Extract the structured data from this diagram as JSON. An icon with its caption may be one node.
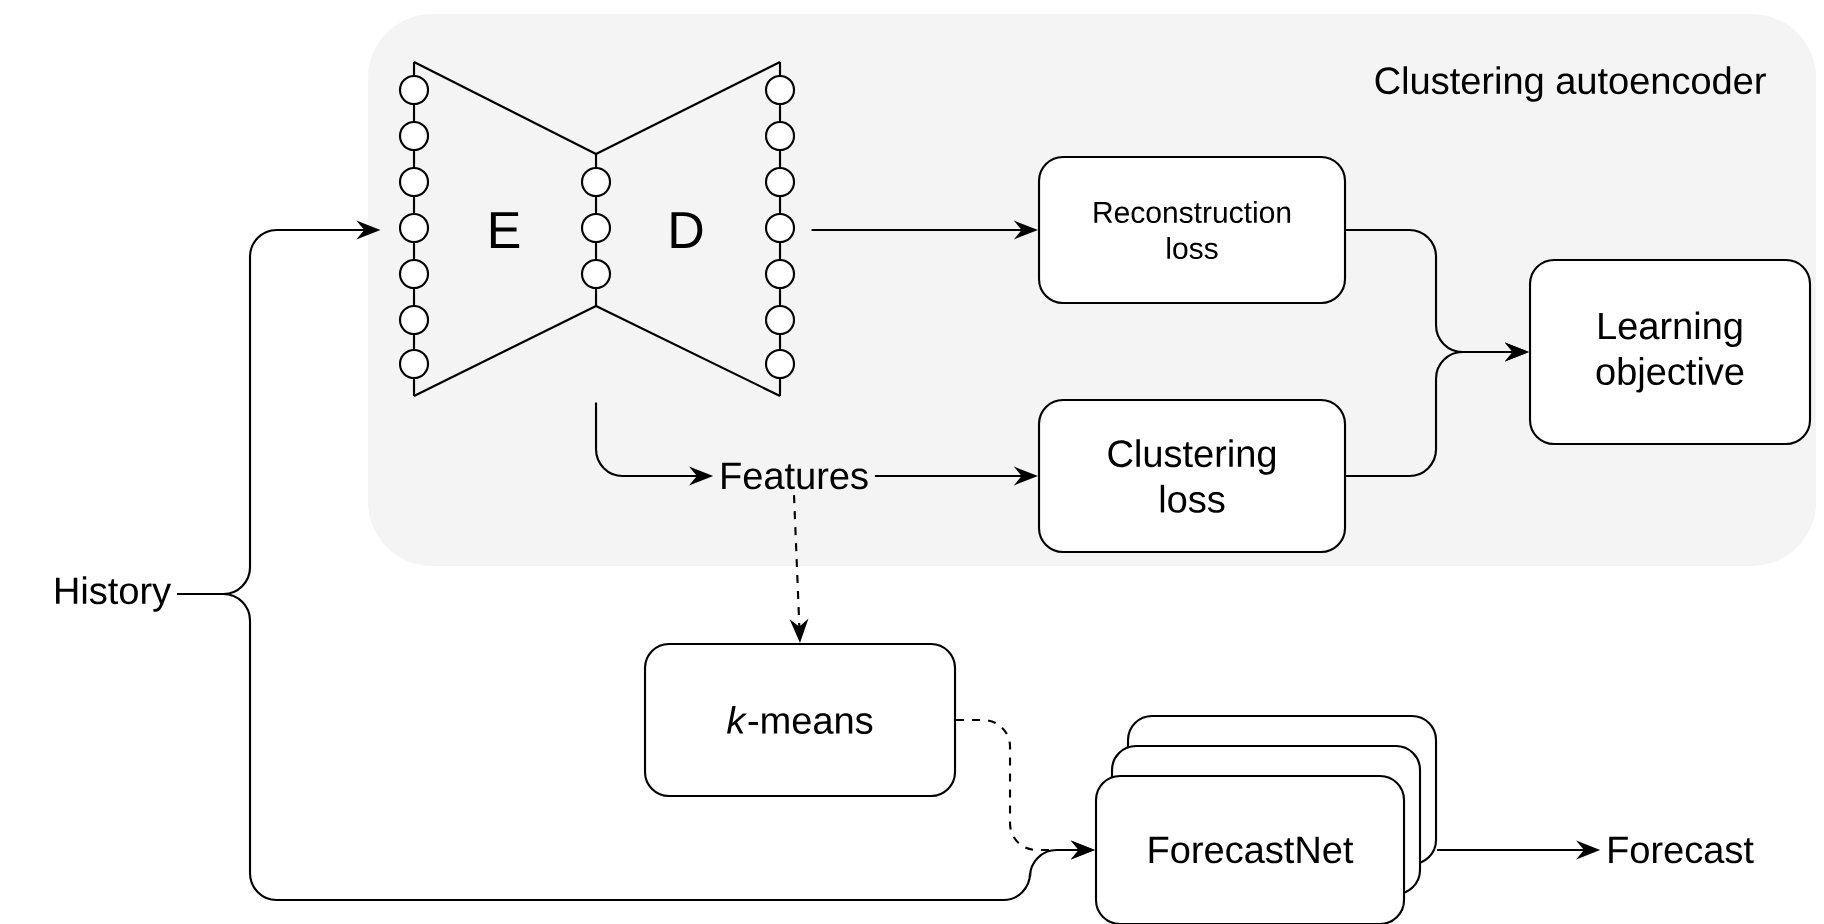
{
  "diagram": {
    "nodes": [
      {
        "text": [
          "Clustering autoencoder"
        ]
      },
      {
        "text": [
          "E",
          "D"
        ],
        "in": 0
      },
      {
        "text": [
          "Reconstruction loss"
        ],
        "in": 0
      },
      {
        "text": [
          "Clustering loss"
        ],
        "in": 0
      },
      {
        "text": [
          "Learning objective"
        ],
        "in": 0
      },
      {
        "text": [
          "Features"
        ],
        "in": 0
      },
      {
        "text": [
          "History"
        ]
      },
      {
        "text": [
          "*k*-means"
        ]
      },
      {
        "text": [
          "ForecastNet"
        ]
      },
      {
        "text": [
          "Forecast"
        ]
      }
    ],
    "edges": [
      {
        "from": 6,
        "to": 1,
        "arrow": "to"
      },
      {
        "from": 6,
        "to": 8,
        "arrow": "to"
      },
      {
        "from": 1,
        "to": 2,
        "arrow": "to"
      },
      {
        "from": 1,
        "to": 5,
        "arrow": "to"
      },
      {
        "from": 5,
        "to": 3,
        "arrow": "to"
      },
      {
        "from": 2,
        "to": 4,
        "arrow": "to"
      },
      {
        "from": 3,
        "to": 4,
        "arrow": "to"
      },
      {
        "from": 5,
        "to": 7,
        "arrow": "to",
        "style": "dashed"
      },
      {
        "from": 7,
        "to": 8,
        "arrow": "to",
        "style": "dashed"
      },
      {
        "from": 8,
        "to": 9,
        "arrow": "to"
      }
    ]
  }
}
